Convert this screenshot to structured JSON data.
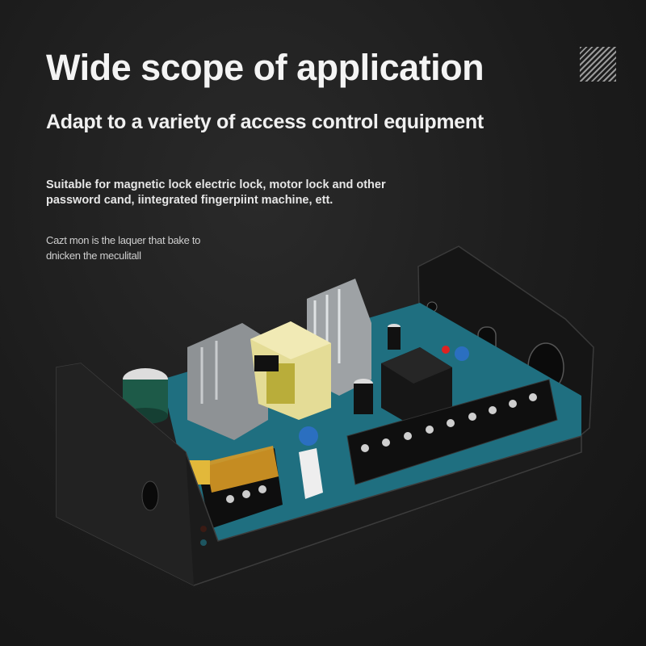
{
  "header": {
    "title": "Wide scope of application",
    "subtitle": "Adapt to a variety of access control equipment"
  },
  "body": {
    "description_line1": "Suitable for magnetic lock electric lock, motor lock and other",
    "description_line2": "password cand, iintegrated fingerpiint machine, ett.",
    "note_line1": "Cazt mon is the laquer that bake to",
    "note_line2": "dnicken the meculitall"
  },
  "decor": {
    "stripe_icon": "diagonal-stripes-icon"
  },
  "image": {
    "subject": "access control power supply board in black metal enclosure",
    "colors": {
      "background": "#1c1c1c",
      "pcb": "#1f6f80",
      "enclosure": "#1a1a1a",
      "transformer": "#e6e0a0",
      "terminal_block": "#111111",
      "relay_cover": "#d9a030"
    }
  }
}
